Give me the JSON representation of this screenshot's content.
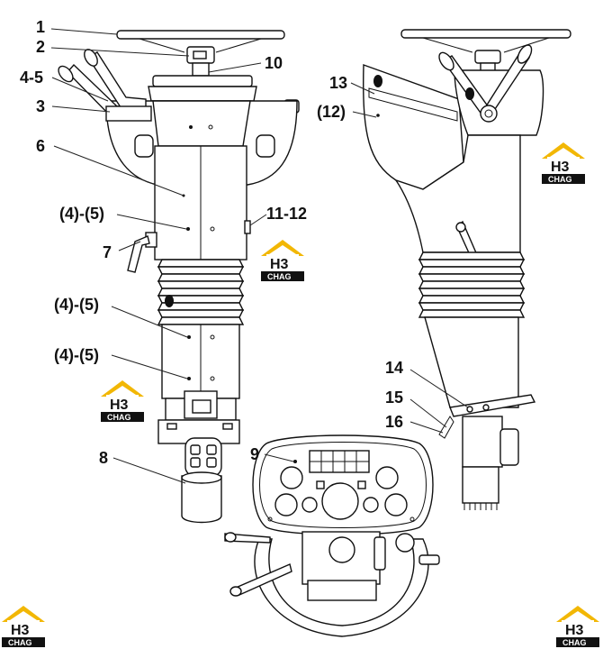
{
  "callouts": {
    "c1": "1",
    "c2": "2",
    "c4_5": "4-5",
    "c3": "3",
    "c10": "10",
    "c6": "6",
    "c4_5a": "(4)-(5)",
    "c11_12": "11-12",
    "c7": "7",
    "c4_5b": "(4)-(5)",
    "c4_5c": "(4)-(5)",
    "c8": "8",
    "c9": "9",
    "c13": "13",
    "c12p": "(12)",
    "c14": "14",
    "c15": "15",
    "c16": "16"
  },
  "watermark": {
    "mark": "H3",
    "sub": "CHAG",
    "accent_color": "#F2B705"
  },
  "colors": {
    "line": "#111111",
    "background": "#ffffff"
  }
}
